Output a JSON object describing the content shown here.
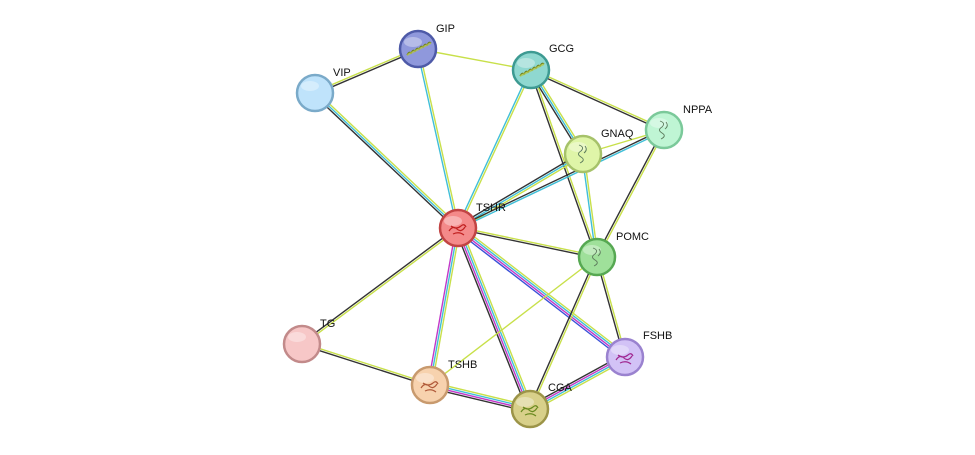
{
  "network": {
    "nodes": [
      {
        "id": "GIP",
        "label": "GIP",
        "fill": "#8f98dc",
        "stroke": "#4e5aa8",
        "icon": "helix"
      },
      {
        "id": "GCG",
        "label": "GCG",
        "fill": "#8fd8d0",
        "stroke": "#3d9a92",
        "icon": "helix"
      },
      {
        "id": "VIP",
        "label": "VIP",
        "fill": "#bfe3fb",
        "stroke": "#7aaac9",
        "icon": "none"
      },
      {
        "id": "NPPA",
        "label": "NPPA",
        "fill": "#bff5d4",
        "stroke": "#7bc99a",
        "icon": "coil"
      },
      {
        "id": "GNAQ",
        "label": "GNAQ",
        "fill": "#dff5a8",
        "stroke": "#a6c26a",
        "icon": "coil"
      },
      {
        "id": "TSHR",
        "label": "TSHR",
        "fill": "#f48a8a",
        "stroke": "#c24444",
        "icon": "fold"
      },
      {
        "id": "POMC",
        "label": "POMC",
        "fill": "#9fe09a",
        "stroke": "#56a852",
        "icon": "coil"
      },
      {
        "id": "TG",
        "label": "TG",
        "fill": "#f7c7c7",
        "stroke": "#c28a8a",
        "icon": "none"
      },
      {
        "id": "FSHB",
        "label": "FSHB",
        "fill": "#d2c2f6",
        "stroke": "#9a82cf",
        "icon": "fold"
      },
      {
        "id": "TSHB",
        "label": "TSHB",
        "fill": "#f7d2ae",
        "stroke": "#c89a6e",
        "icon": "fold"
      },
      {
        "id": "CGA",
        "label": "CGA",
        "fill": "#d8d08a",
        "stroke": "#9c9448",
        "icon": "fold"
      }
    ],
    "edge_colors": {
      "text_mining": "#c8e04a",
      "coexpression": "#333333",
      "database": "#40bfd8",
      "experimental": "#c238c8",
      "cooccurrence": "#3a50d8"
    },
    "edges": [
      {
        "source": "VIP",
        "target": "GIP",
        "types": [
          "text_mining",
          "coexpression"
        ]
      },
      {
        "source": "GIP",
        "target": "GCG",
        "types": [
          "text_mining"
        ]
      },
      {
        "source": "GIP",
        "target": "TSHR",
        "types": [
          "text_mining",
          "database"
        ]
      },
      {
        "source": "VIP",
        "target": "TSHR",
        "types": [
          "text_mining",
          "database",
          "coexpression"
        ]
      },
      {
        "source": "GCG",
        "target": "TSHR",
        "types": [
          "text_mining",
          "database"
        ]
      },
      {
        "source": "GCG",
        "target": "GNAQ",
        "types": [
          "text_mining",
          "database",
          "coexpression"
        ]
      },
      {
        "source": "GCG",
        "target": "NPPA",
        "types": [
          "text_mining",
          "coexpression"
        ]
      },
      {
        "source": "GCG",
        "target": "POMC",
        "types": [
          "text_mining",
          "coexpression"
        ]
      },
      {
        "source": "GNAQ",
        "target": "NPPA",
        "types": [
          "text_mining"
        ]
      },
      {
        "source": "GNAQ",
        "target": "TSHR",
        "types": [
          "text_mining",
          "database",
          "coexpression"
        ]
      },
      {
        "source": "NPPA",
        "target": "TSHR",
        "types": [
          "database",
          "coexpression"
        ]
      },
      {
        "source": "GNAQ",
        "target": "POMC",
        "types": [
          "text_mining",
          "database"
        ]
      },
      {
        "source": "NPPA",
        "target": "POMC",
        "types": [
          "text_mining",
          "coexpression"
        ]
      },
      {
        "source": "TSHR",
        "target": "POMC",
        "types": [
          "text_mining",
          "coexpression"
        ]
      },
      {
        "source": "TSHR",
        "target": "TG",
        "types": [
          "text_mining",
          "coexpression"
        ]
      },
      {
        "source": "TSHR",
        "target": "TSHB",
        "types": [
          "text_mining",
          "database",
          "experimental"
        ]
      },
      {
        "source": "TSHR",
        "target": "CGA",
        "types": [
          "text_mining",
          "database",
          "experimental",
          "coexpression"
        ]
      },
      {
        "source": "TSHR",
        "target": "FSHB",
        "types": [
          "text_mining",
          "database",
          "experimental",
          "cooccurrence"
        ]
      },
      {
        "source": "POMC",
        "target": "FSHB",
        "types": [
          "text_mining",
          "coexpression"
        ]
      },
      {
        "source": "POMC",
        "target": "CGA",
        "types": [
          "text_mining",
          "coexpression"
        ]
      },
      {
        "source": "POMC",
        "target": "TSHB",
        "types": [
          "text_mining"
        ]
      },
      {
        "source": "TG",
        "target": "TSHB",
        "types": [
          "text_mining",
          "coexpression"
        ]
      },
      {
        "source": "TSHB",
        "target": "CGA",
        "types": [
          "text_mining",
          "database",
          "experimental",
          "coexpression"
        ]
      },
      {
        "source": "FSHB",
        "target": "CGA",
        "types": [
          "text_mining",
          "database",
          "experimental",
          "coexpression"
        ]
      }
    ]
  }
}
